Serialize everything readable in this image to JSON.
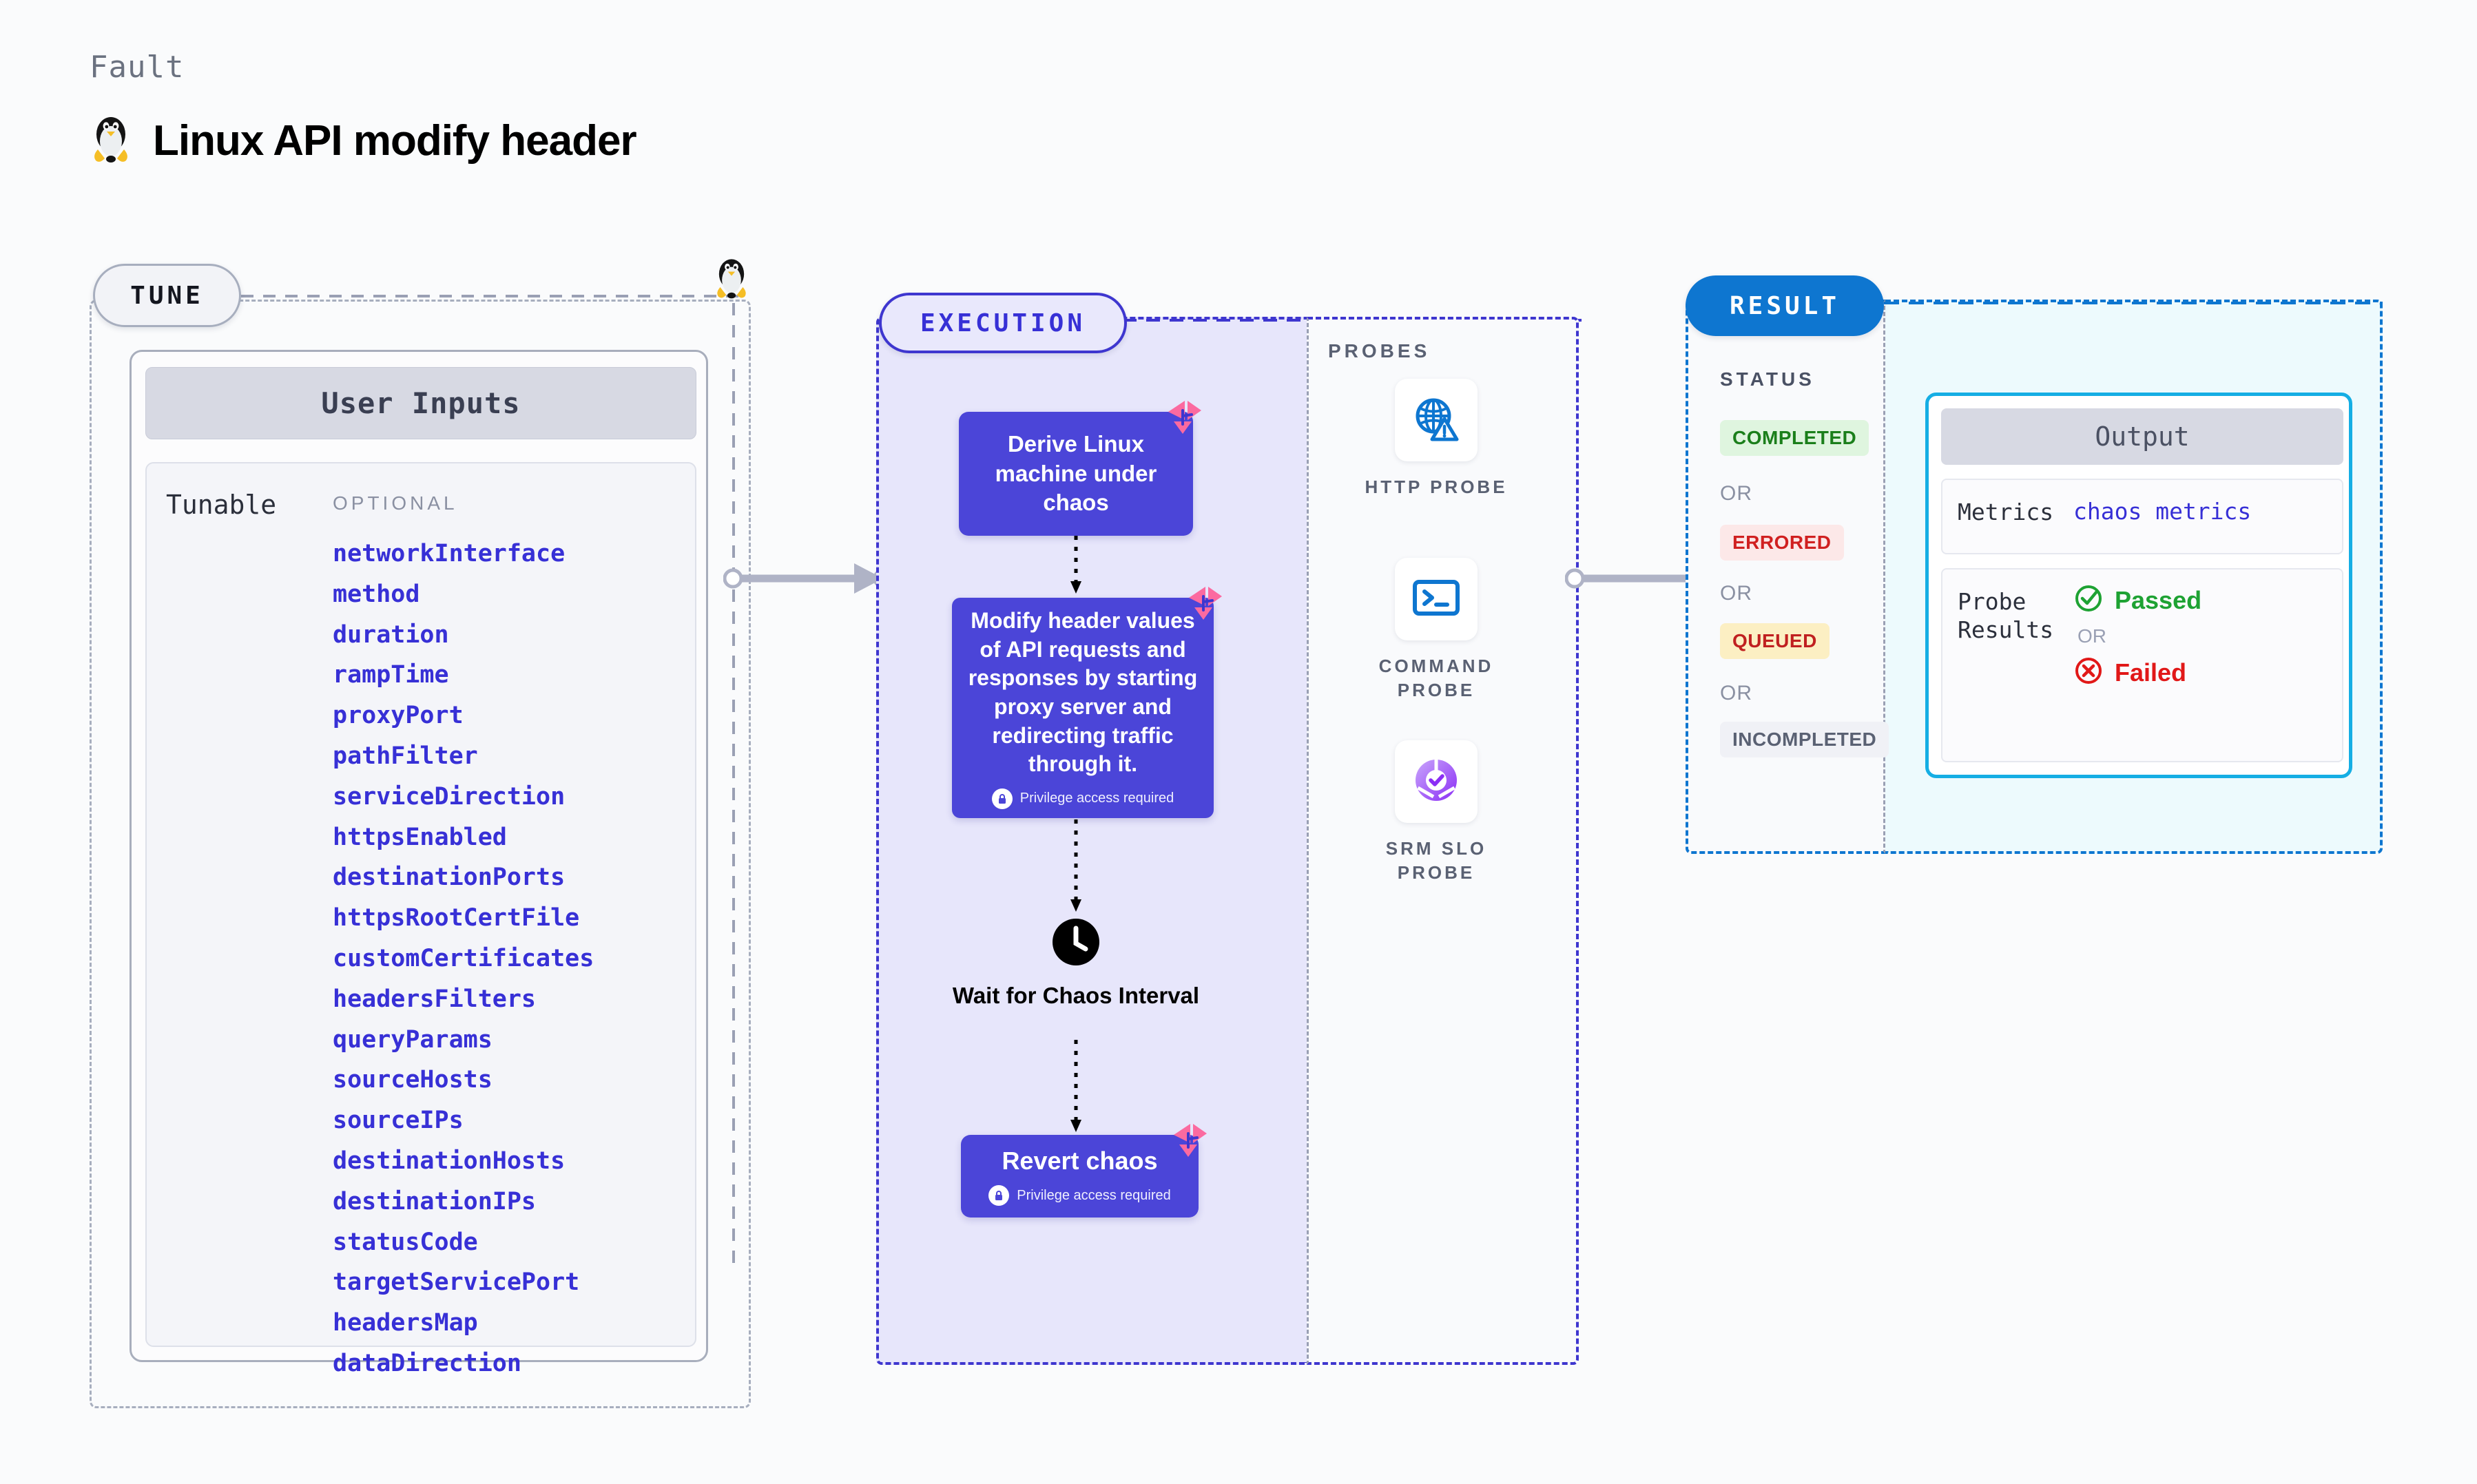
{
  "header": {
    "eyebrow": "Fault",
    "title": "Linux API modify header",
    "icon": "linux-penguin-icon"
  },
  "tune": {
    "badge": "TUNE",
    "icon": "linux-penguin-icon",
    "card": {
      "title": "User Inputs",
      "group_label": "Tunable",
      "optional_label": "OPTIONAL",
      "optional_items": [
        "networkInterface",
        "method",
        "duration",
        "rampTime",
        "proxyPort",
        "pathFilter",
        "serviceDirection",
        "httpsEnabled",
        "destinationPorts",
        "httpsRootCertFile",
        "customCertificates",
        "headersFilters",
        "queryParams",
        "sourceHosts",
        "sourceIPs",
        "destinationHosts",
        "destinationIPs",
        "statusCode",
        "targetServicePort",
        "headersMap",
        "dataDirection"
      ]
    }
  },
  "execution": {
    "badge": "EXECUTION",
    "nodes": [
      {
        "label": "Derive Linux machine under chaos",
        "privilege": null,
        "badge_icon": "harness-corner-badge-icon"
      },
      {
        "label": "Modify header values of API requests and responses by starting proxy server and redirecting traffic through it.",
        "privilege": "Privilege access required",
        "badge_icon": "harness-corner-badge-icon"
      },
      {
        "label": "Revert chaos",
        "privilege": "Privilege access required",
        "badge_icon": "harness-corner-badge-icon"
      }
    ],
    "wait_node": {
      "label": "Wait for Chaos Interval",
      "icon": "clock-icon"
    }
  },
  "probes": {
    "heading": "PROBES",
    "items": [
      {
        "label": "HTTP PROBE",
        "icon": "globe-warning-icon"
      },
      {
        "label": "COMMAND PROBE",
        "icon": "terminal-icon"
      },
      {
        "label": "SRM SLO PROBE",
        "icon": "slo-donut-check-icon"
      }
    ]
  },
  "result": {
    "badge": "RESULT",
    "status_heading": "STATUS",
    "or_label": "OR",
    "statuses": [
      {
        "label": "COMPLETED",
        "bg": "#DFF5DF",
        "fg": "#1B7F1B"
      },
      {
        "label": "ERRORED",
        "bg": "#FCE8E8",
        "fg": "#D02020"
      },
      {
        "label": "QUEUED",
        "bg": "#FCEFC3",
        "fg": "#C02020"
      },
      {
        "label": "INCOMPLETED",
        "bg": "#F0F1F6",
        "fg": "#5A6173"
      }
    ],
    "output": {
      "title": "Output",
      "metrics_key": "Metrics",
      "metrics_value": "chaos metrics",
      "probe_results_key": "Probe Results",
      "passed_label": "Passed",
      "failed_label": "Failed",
      "or_label": "OR",
      "passed_icon": "check-circle-icon",
      "failed_icon": "x-circle-icon"
    }
  },
  "colors": {
    "node_blue": "#4B45D8",
    "execution_border": "#3E36CF",
    "result_border": "#0E76D0",
    "output_border": "#15AEE4",
    "tune_border": "#A7AEBE",
    "tunable_text": "#3730D6",
    "badge_pink": "#FB6AA0"
  }
}
